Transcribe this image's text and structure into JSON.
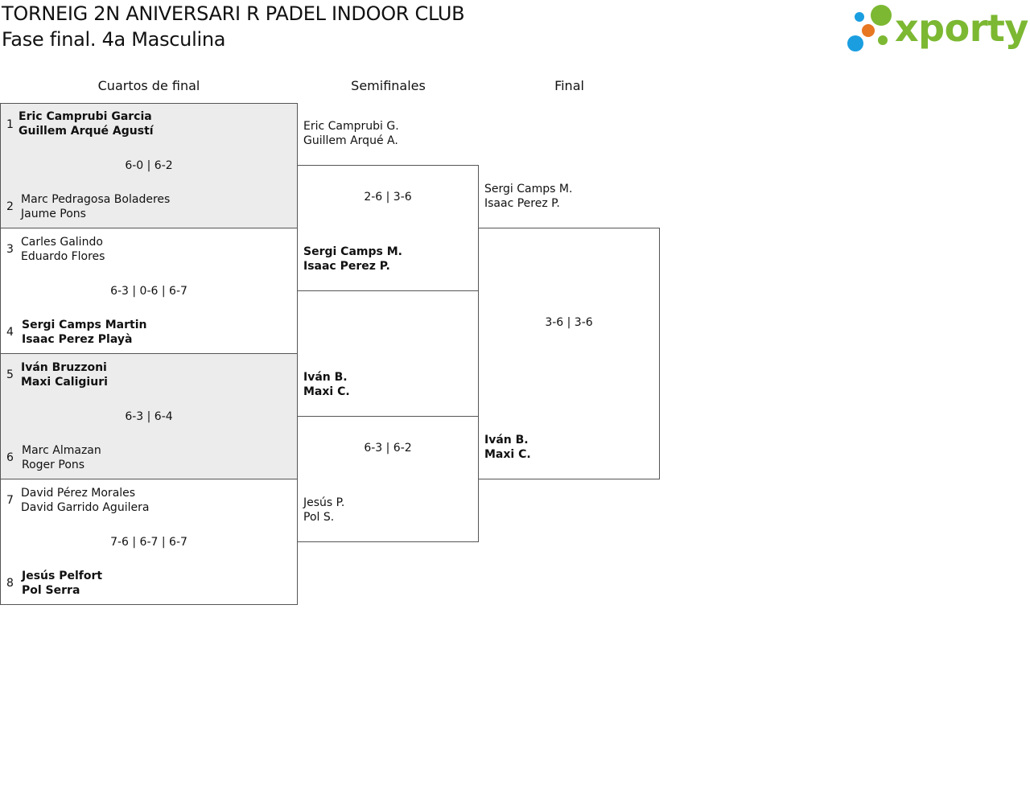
{
  "header": {
    "title": "TORNEIG 2N ANIVERSARI R PADEL INDOOR CLUB",
    "subtitle": "Fase final. 4a Masculina"
  },
  "logo": {
    "text": "xporty",
    "dot_colors": [
      "#1a9ee0",
      "#e87722",
      "#7cb832"
    ]
  },
  "rounds": [
    "Cuartos de final",
    "Semifinales",
    "Final"
  ],
  "quarterfinals": [
    {
      "seed_a": "1",
      "a1": "Eric Camprubi Garcia",
      "a2": "Guillem Arqué Agustí",
      "score": "6-0 | 6-2",
      "seed_b": "2",
      "b1": "Marc Pedragosa Boladeres",
      "b2": "Jaume Pons"
    },
    {
      "seed_a": "3",
      "a1": "Carles Galindo",
      "a2": "Eduardo Flores",
      "score": "6-3 | 0-6 | 6-7",
      "seed_b": "4",
      "b1": "Sergi Camps Martin",
      "b2": "Isaac Perez Playà"
    },
    {
      "seed_a": "5",
      "a1": "Iván Bruzzoni",
      "a2": "Maxi Caligiuri",
      "score": "6-3 | 6-4",
      "seed_b": "6",
      "b1": "Marc Almazan",
      "b2": "Roger Pons"
    },
    {
      "seed_a": "7",
      "a1": "David Pérez Morales",
      "a2": "David Garrido Aguilera",
      "score": "7-6 | 6-7 | 6-7",
      "seed_b": "8",
      "b1": "Jesús Pelfort",
      "b2": "Pol Serra"
    }
  ],
  "semifinals": [
    {
      "a1": "Eric Camprubi G.",
      "a2": "Guillem Arqué A.",
      "score": "2-6 | 3-6",
      "b1": "Sergi Camps M.",
      "b2": "Isaac Perez P."
    },
    {
      "a1": "Iván B.",
      "a2": "Maxi C.",
      "score": "6-3 | 6-2",
      "b1": "Jesús P.",
      "b2": "Pol S."
    }
  ],
  "final": {
    "a1": "Sergi Camps M.",
    "a2": "Isaac Perez P.",
    "score": "3-6 | 3-6",
    "b1": "Iván B.",
    "b2": "Maxi C."
  }
}
